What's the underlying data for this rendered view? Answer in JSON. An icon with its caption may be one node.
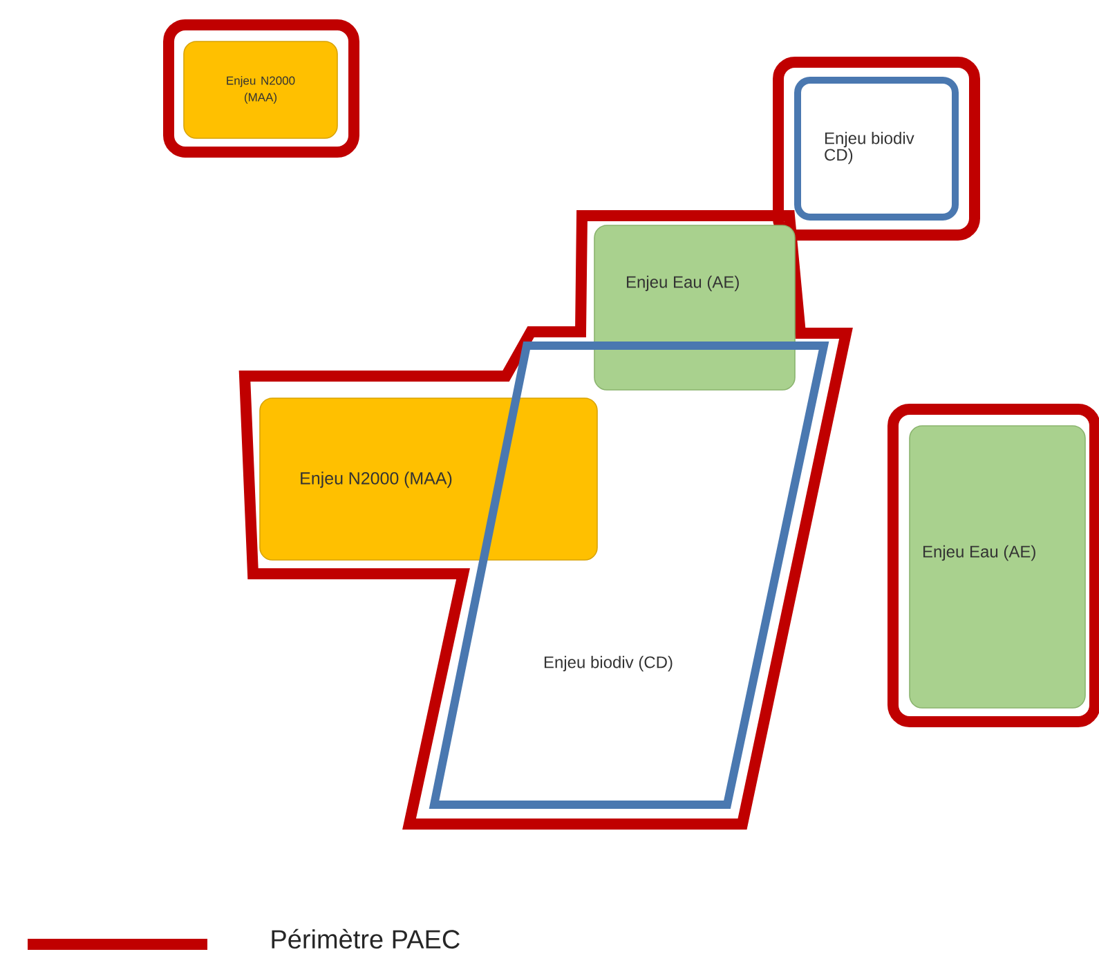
{
  "diagram": {
    "nodes": [
      {
        "text": [
          "Enjeu N2000 (MAA)"
        ]
      },
      {
        "text": [
          "Enjeu biodiv CD)"
        ]
      },
      {
        "text": [
          "Enjeu Eau (AE)"
        ]
      },
      {
        "text": [
          "Enjeu N2000 (MAA)"
        ]
      },
      {
        "text": [
          "Enjeu biodiv (CD)"
        ]
      },
      {
        "text": [
          "Enjeu Eau (AE)"
        ]
      }
    ],
    "legend": [
      {
        "text": "Périmètre PAEC"
      }
    ]
  }
}
